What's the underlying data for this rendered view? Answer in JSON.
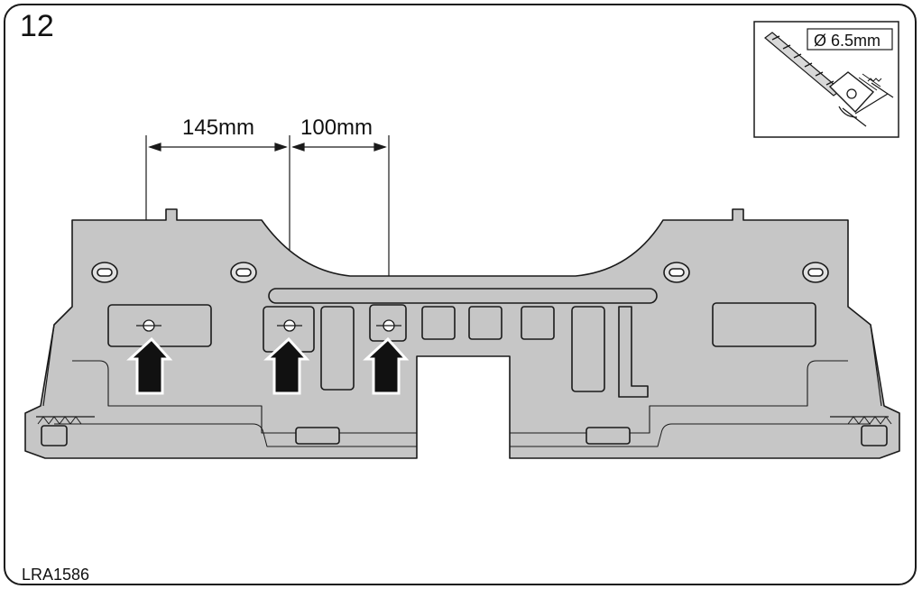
{
  "step_number": "12",
  "reference_code": "LRA1586",
  "dimensions": {
    "first_spacing": "145mm",
    "second_spacing": "100mm"
  },
  "drill_inset": {
    "bit_size": "Ø 6.5mm",
    "icon": "drill-bit-icon"
  },
  "colors": {
    "panel_fill": "#c6c6c6",
    "line": "#1a1a1a",
    "arrow_fill": "#111111"
  }
}
